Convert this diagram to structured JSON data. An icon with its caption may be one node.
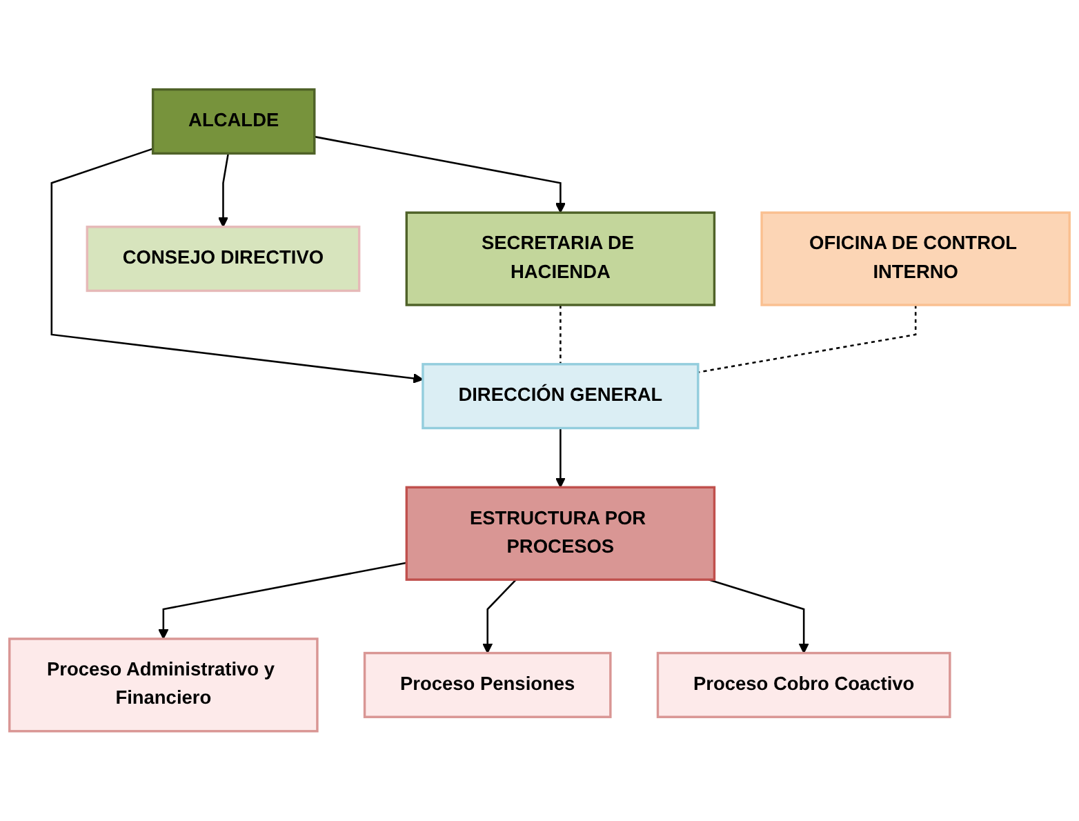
{
  "diagram": {
    "nodes": [
      {
        "text": [
          "ALCALDE"
        ]
      },
      {
        "text": [
          "SECRETARIA DE HACIENDA"
        ]
      },
      {
        "text": [
          "DIRECCIÓN GENERAL"
        ]
      },
      {
        "text": [
          "CONSEJO DIRECTIVO"
        ]
      },
      {
        "text": [
          "OFICINA DE CONTROL INTERNO"
        ]
      },
      {
        "text": [
          "ESTRUCTURA POR PROCESOS"
        ]
      },
      {
        "text": [
          "Proceso Administrativo y Financiero"
        ]
      },
      {
        "text": [
          "Proceso Pensiones"
        ]
      },
      {
        "text": [
          "Proceso Cobro Coactivo"
        ]
      }
    ],
    "edges": [
      {
        "from": 0,
        "to": 1,
        "arrow": "to"
      },
      {
        "from": 0,
        "to": 2,
        "arrow": "to"
      },
      {
        "from": 0,
        "to": 3,
        "arrow": "to"
      },
      {
        "from": 1,
        "to": 2,
        "arrow": "none",
        "style": "dashed"
      },
      {
        "from": 4,
        "to": 2,
        "arrow": "none",
        "style": "dashed"
      },
      {
        "from": 2,
        "to": 5,
        "arrow": "to"
      },
      {
        "from": 5,
        "to": 6,
        "arrow": "to"
      },
      {
        "from": 5,
        "to": 7,
        "arrow": "to"
      },
      {
        "from": 5,
        "to": 8,
        "arrow": "to"
      }
    ]
  }
}
